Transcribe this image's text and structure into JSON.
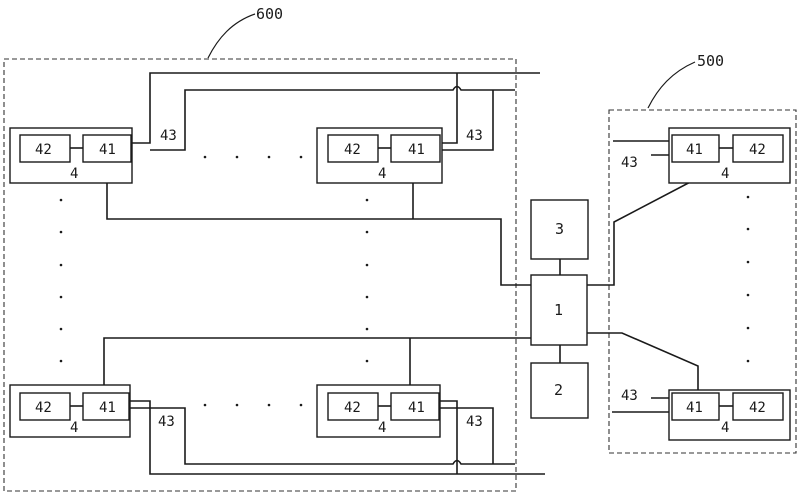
{
  "groups": {
    "left": "600",
    "right": "500"
  },
  "units": {
    "controller": "1",
    "top": "3",
    "bottom": "2"
  },
  "module": {
    "unit": "4",
    "part_a": "41",
    "part_b": "42",
    "wire": "43"
  }
}
